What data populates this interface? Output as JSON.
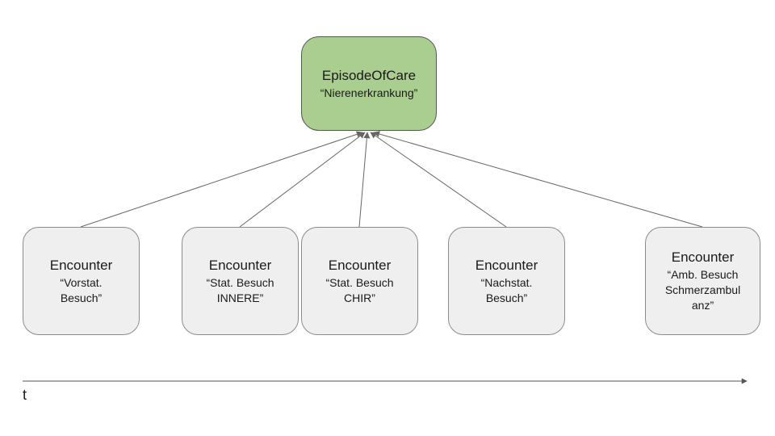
{
  "diagram": {
    "episode": {
      "title": "EpisodeOfCare",
      "subtitle": "“Nierenerkrankung”"
    },
    "encounters": [
      {
        "title": "Encounter",
        "subtitle": "“Vorstat.\nBesuch”"
      },
      {
        "title": "Encounter",
        "subtitle": "“Stat. Besuch\nINNERE”"
      },
      {
        "title": "Encounter",
        "subtitle": "“Stat. Besuch\nCHIR”"
      },
      {
        "title": "Encounter",
        "subtitle": "“Nachstat.\nBesuch”"
      },
      {
        "title": "Encounter",
        "subtitle": "“Amb. Besuch\nSchmerzambul\nanz”"
      }
    ],
    "timeline": {
      "label": "t"
    },
    "colors": {
      "episode_fill": "#a9ce8f",
      "episode_border": "#555555",
      "encounter_fill": "#efefef",
      "encounter_border": "#8b8b8b",
      "connector": "#666666",
      "timeline": "#555555"
    }
  }
}
